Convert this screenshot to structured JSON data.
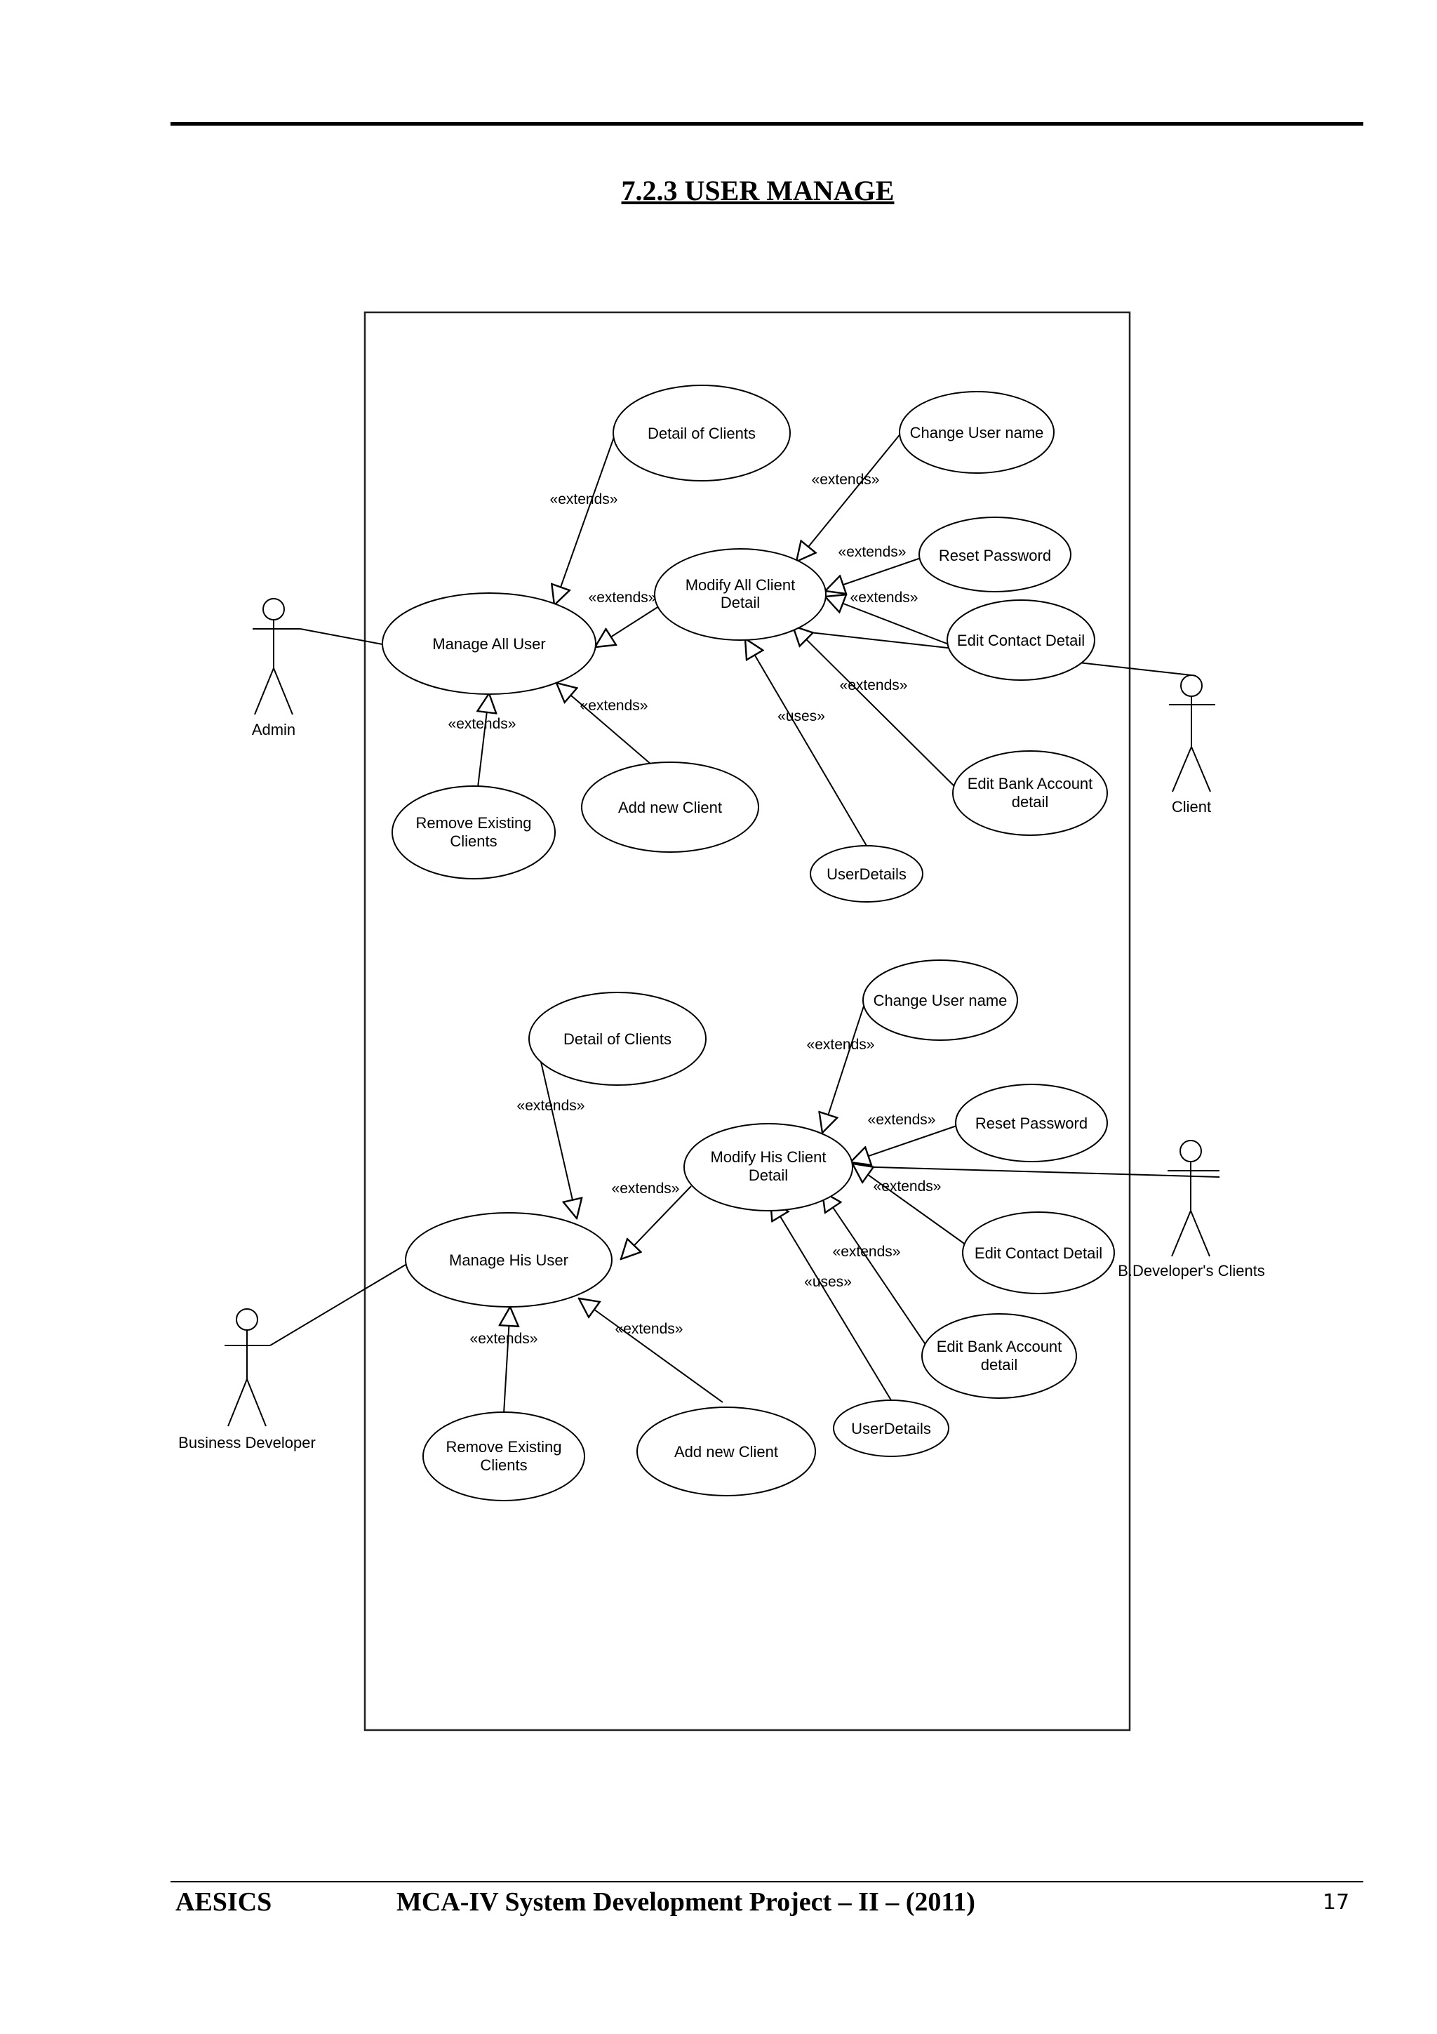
{
  "page": {
    "section_title": "7.2.3  USER MANAGE",
    "footer_left": "AESICS",
    "footer_center": "MCA-IV System Development Project – II – (2011)",
    "page_number": "17"
  },
  "diagram": {
    "actors": {
      "admin": "Admin",
      "client": "Client",
      "business_developer": "Business Developer",
      "bd_clients": "B.Developer's Clients"
    },
    "top": {
      "manage": "Manage All User",
      "modify": [
        "Modify All Client",
        "Detail"
      ],
      "detail_of_clients": "Detail of Clients",
      "change_user_name": "Change User name",
      "reset_password": "Reset Password",
      "edit_contact": "Edit Contact Detail",
      "edit_bank": [
        "Edit Bank Account",
        "detail"
      ],
      "user_details": "UserDetails",
      "add_client": "Add new Client",
      "remove_clients": [
        "Remove Existing",
        "Clients"
      ]
    },
    "bottom": {
      "manage": "Manage His User",
      "modify": [
        "Modify His Client",
        "Detail"
      ],
      "detail_of_clients": "Detail of Clients",
      "change_user_name": "Change User name",
      "reset_password": "Reset Password",
      "edit_contact": "Edit Contact Detail",
      "edit_bank": [
        "Edit Bank Account",
        "detail"
      ],
      "user_details": "UserDetails",
      "add_client": "Add new Client",
      "remove_clients": [
        "Remove Existing",
        "Clients"
      ]
    },
    "stereotypes": {
      "extends": "«extends»",
      "uses": "«uses»"
    }
  }
}
